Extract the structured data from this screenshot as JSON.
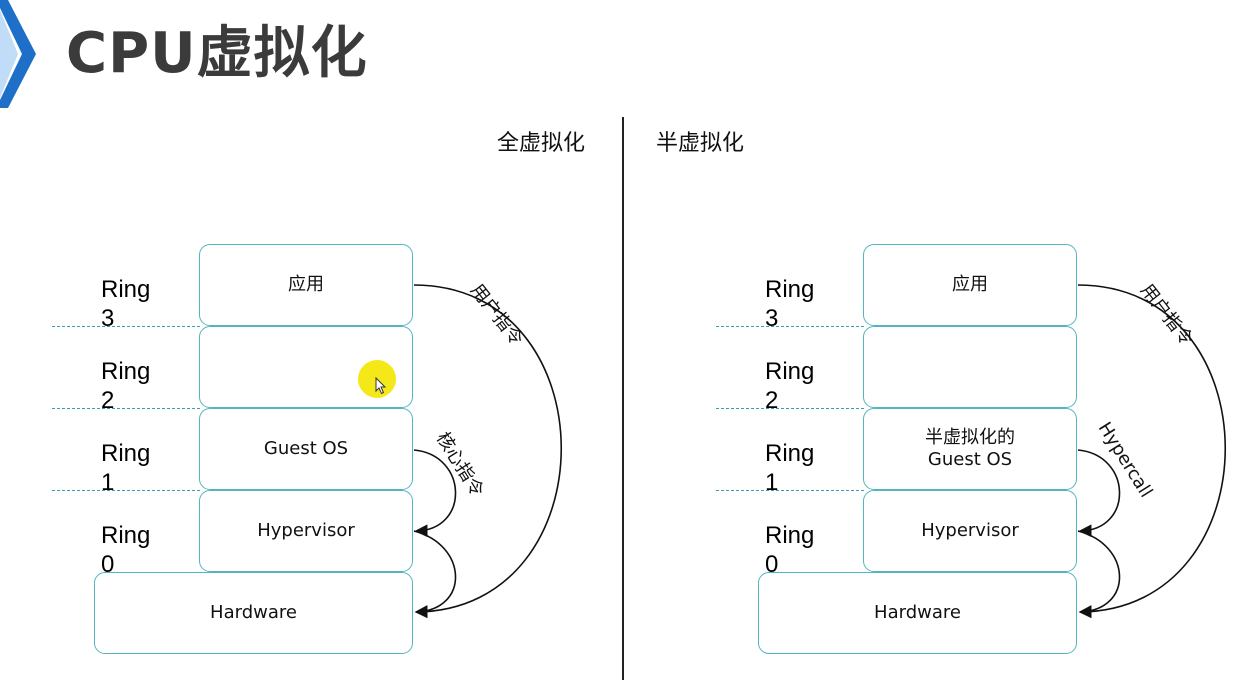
{
  "title": "CPU虚拟化",
  "left": {
    "heading": "全虚拟化",
    "rings": [
      "Ring 3",
      "Ring 2",
      "Ring 1",
      "Ring 0"
    ],
    "layers": [
      "应用",
      "",
      "Guest OS",
      "Hypervisor",
      "Hardware"
    ],
    "arrow_user": "用户指令",
    "arrow_core": "核心指令"
  },
  "right": {
    "heading": "半虚拟化",
    "rings": [
      "Ring 3",
      "Ring 2",
      "Ring 1",
      "Ring 0"
    ],
    "layers": [
      "应用",
      "",
      "半虚拟化的\nGuest OS",
      "Hypervisor",
      "Hardware"
    ],
    "arrow_user": "用户指令",
    "arrow_hypercall": "Hypercall"
  },
  "colors": {
    "box_border": "#55b4bf",
    "chevron": "#1e6fc8",
    "title": "#3b3b3b"
  },
  "icons": [
    "chevron-icon",
    "mouse-pointer-icon"
  ]
}
